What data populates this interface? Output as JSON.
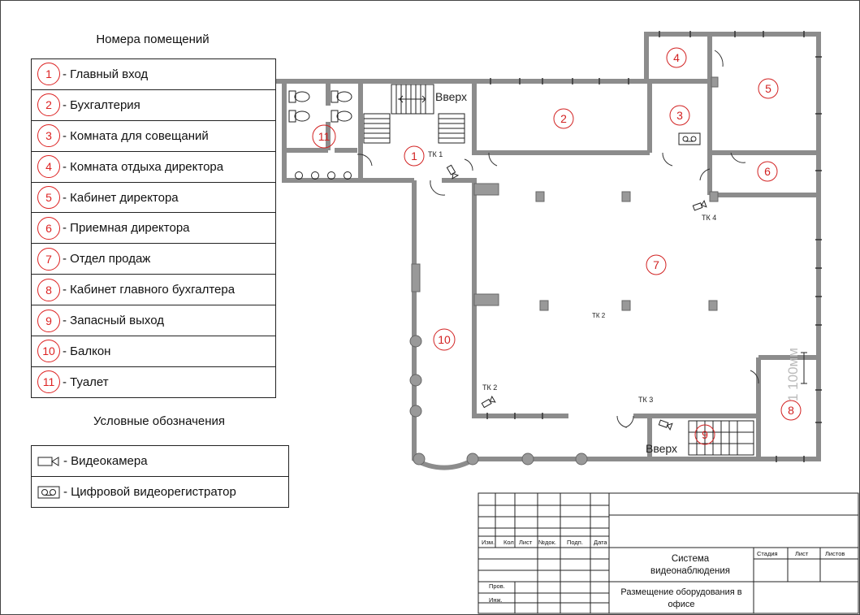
{
  "legend": {
    "title": "Номера помещений",
    "rooms": [
      {
        "num": "1",
        "label": "- Главный вход"
      },
      {
        "num": "2",
        "label": "- Бухгалтерия"
      },
      {
        "num": "3",
        "label": "- Комната для совещаний"
      },
      {
        "num": "4",
        "label": "- Комната отдыха директора"
      },
      {
        "num": "5",
        "label": "- Кабинет директора"
      },
      {
        "num": "6",
        "label": "- Приемная директора"
      },
      {
        "num": "7",
        "label": "- Отдел продаж"
      },
      {
        "num": "8",
        "label": "- Кабинет главного бухгалтера"
      },
      {
        "num": "9",
        "label": "- Запасный выход"
      },
      {
        "num": "10",
        "label": "- Балкон"
      },
      {
        "num": "11",
        "label": "- Туалет"
      }
    ]
  },
  "symbols": {
    "title": "Условные обозначения",
    "camera_label": "- Видеокамера",
    "recorder_label": "- Цифровой видеорегистратор"
  },
  "plan": {
    "stairs_up_1": "Вверх",
    "stairs_up_2": "Вверх",
    "tk1": "ТК 1",
    "tk2a": "ТК 2",
    "tk2b": "ТК 2",
    "tk3": "ТК 3",
    "tk4": "ТК 4",
    "dimension": "1 100мм",
    "room_numbers": {
      "r1": "1",
      "r2": "2",
      "r3": "3",
      "r4": "4",
      "r5": "5",
      "r6": "6",
      "r7": "7",
      "r8": "8",
      "r9": "9",
      "r10": "10",
      "r11": "11"
    },
    "colors": {
      "walls": "#8c8c8c",
      "room_number": "#d22222",
      "column": "#999999"
    }
  },
  "title_block": {
    "col_izm": "Изм.",
    "col_kol": "Кол",
    "col_list": "Лист",
    "col_ndok": "№док.",
    "col_podp": "Подп.",
    "col_data": "Дата",
    "prov": "Пров.",
    "inzh": "Инж.",
    "system_name": "Система видеонаблюдения",
    "drawing_name": "Размещение оборудования в офисе",
    "stadia": "Стадия",
    "list": "Лист",
    "listov": "Листов"
  }
}
